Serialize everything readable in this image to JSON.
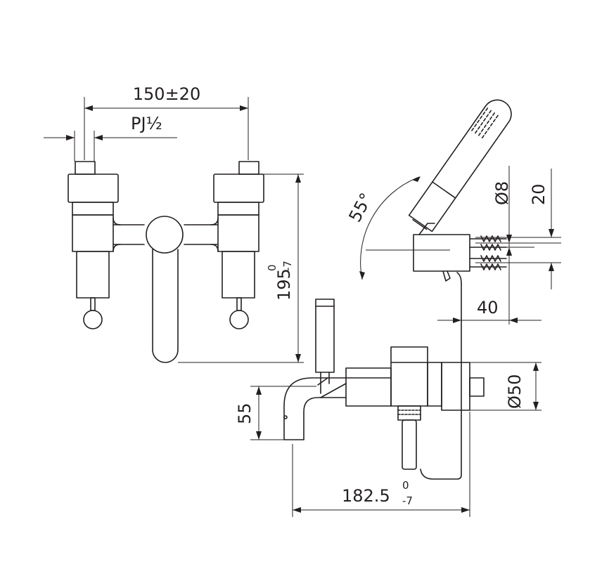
{
  "dimensions": {
    "centers": "150±20",
    "thread": "PJ½",
    "height": {
      "value": "195",
      "upper": "0",
      "lower": "-7"
    },
    "angle": "55°",
    "hose_dia": "Ø8",
    "holder_height": "20",
    "holder_depth": "40",
    "body_dia": "Ø50",
    "spout_height": "55",
    "projection": {
      "value": "182.5",
      "upper": "0",
      "lower": "-7"
    }
  }
}
